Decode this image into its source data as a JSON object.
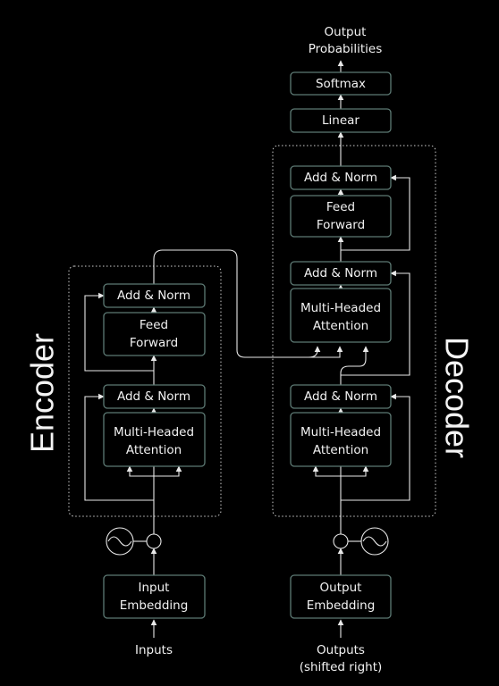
{
  "encoder": {
    "side_label": "Encoder",
    "add_norm_top": "Add & Norm",
    "feed_forward": [
      "Feed",
      "Forward"
    ],
    "add_norm_bottom": "Add & Norm",
    "attention": [
      "Multi-Headed",
      "Attention"
    ]
  },
  "decoder": {
    "side_label": "Decoder",
    "add_norm_top": "Add & Norm",
    "feed_forward": [
      "Feed",
      "Forward"
    ],
    "add_norm_mid": "Add & Norm",
    "cross_attention": [
      "Multi-Headed",
      "Attention"
    ],
    "add_norm_bottom": "Add & Norm",
    "self_attention": [
      "Multi-Headed",
      "Attention"
    ]
  },
  "input_embedding": [
    "Input",
    "Embedding"
  ],
  "output_embedding": [
    "Output",
    "Embedding"
  ],
  "inputs_label": "Inputs",
  "outputs_label": [
    "Outputs",
    "(shifted right)"
  ],
  "linear": "Linear",
  "softmax": "Softmax",
  "output_probabilities": [
    "Output",
    "Probabilities"
  ]
}
